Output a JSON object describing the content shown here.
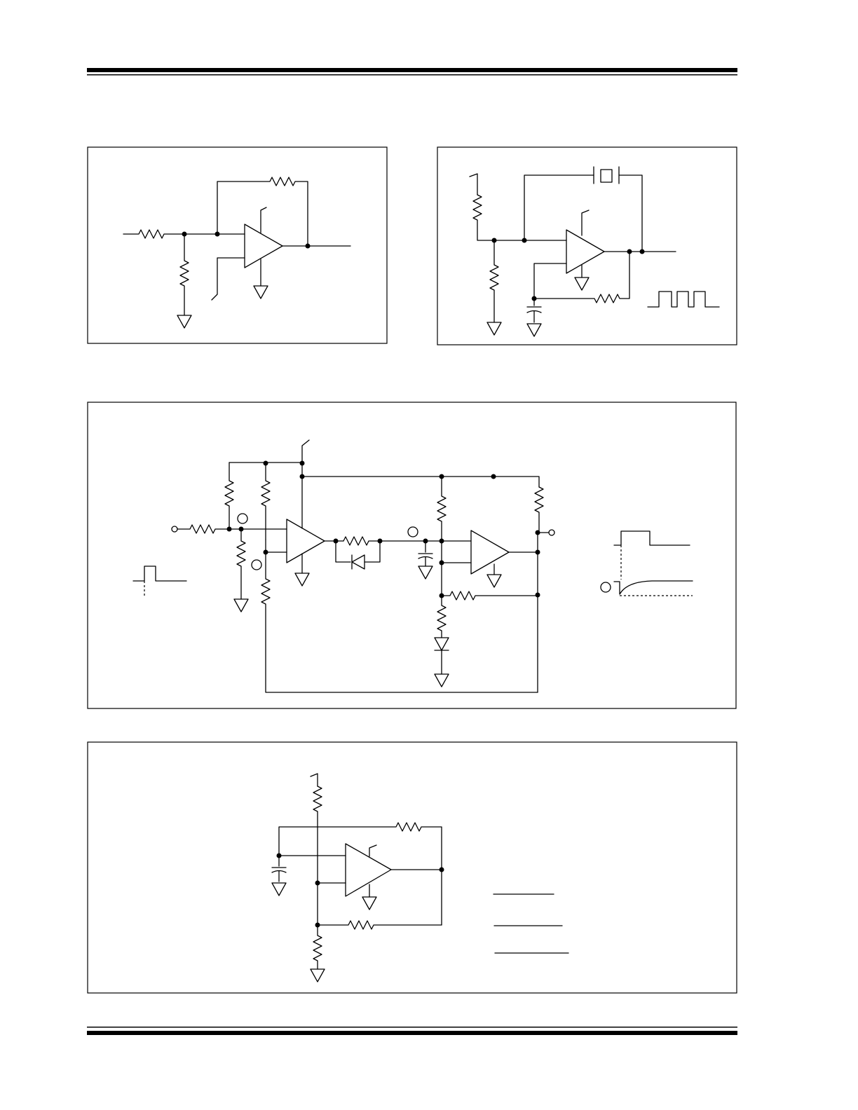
{
  "document": {
    "figures": [
      {
        "id": "fig-a",
        "description": ""
      },
      {
        "id": "fig-b",
        "description": ""
      },
      {
        "id": "fig-c",
        "description": ""
      },
      {
        "id": "fig-d",
        "description": ""
      }
    ]
  },
  "colors": {
    "ink": "#000000",
    "paper": "#ffffff"
  }
}
